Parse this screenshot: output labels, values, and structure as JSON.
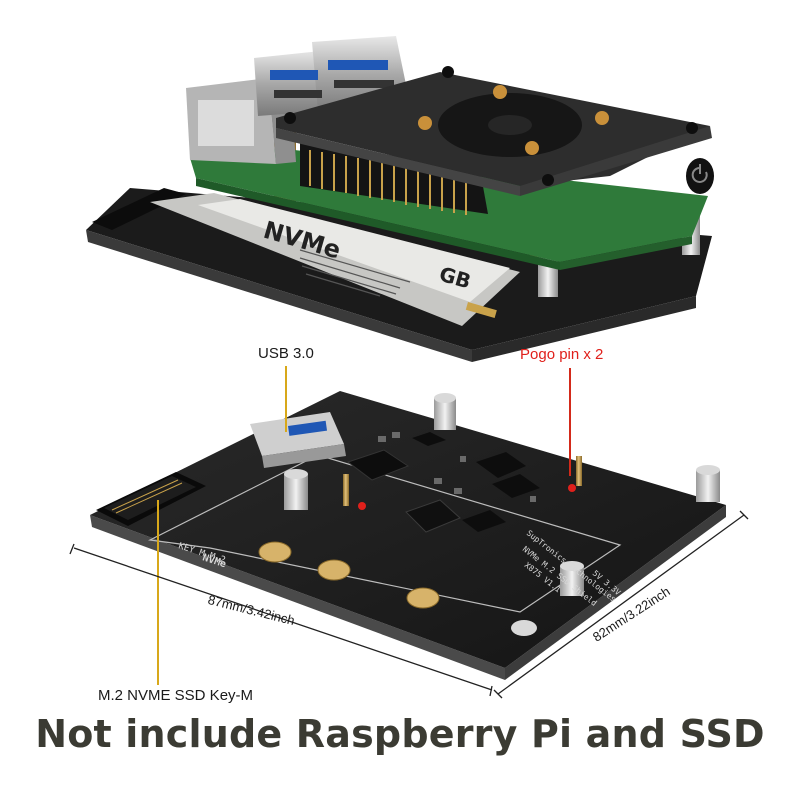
{
  "labels": {
    "usb": "USB 3.0",
    "pogo": "Pogo pin x 2",
    "m2": "M.2 NVME SSD Key-M",
    "dim_length": "87mm/3.42inch",
    "dim_width": "82mm/3.22inch"
  },
  "caption": "Not include Raspberry Pi and SSD",
  "silkscreen": {
    "key": "KEY M M.2",
    "nvme": "NVMe",
    "brand": "SupTronics Technologies",
    "board": "NVMe M.2 SSD Shield",
    "model": "X875 V1.1",
    "volt": "5V 3.3V"
  },
  "ssd_sticker": {
    "brand": "NVMe",
    "capacity": "GB"
  },
  "colors": {
    "pogo_label": "#e0201b",
    "caption": "#3b3b33",
    "pcb": "#1e1e1e",
    "rpi_board": "#2f7a3a",
    "brass": "#c9a24a"
  }
}
